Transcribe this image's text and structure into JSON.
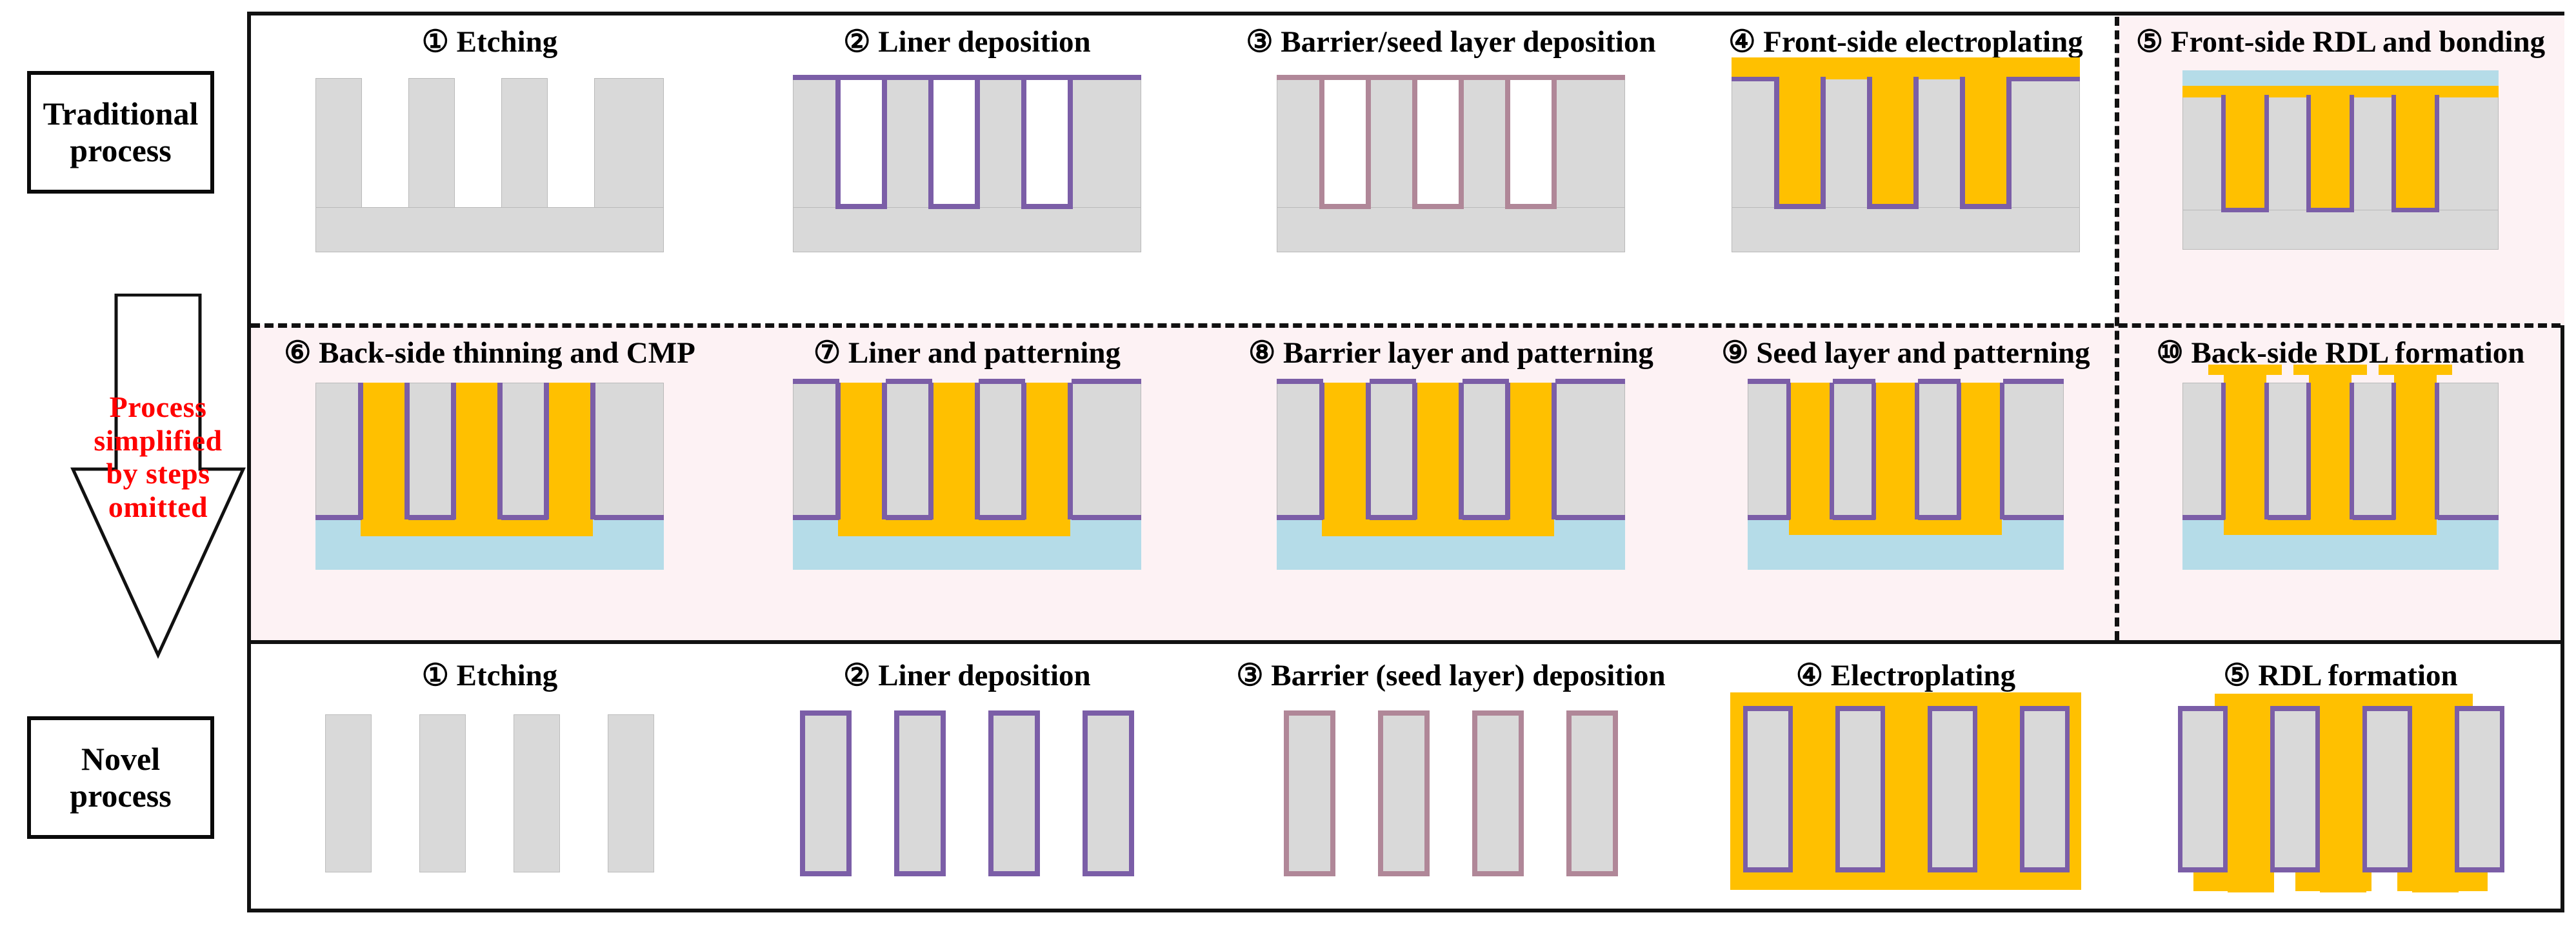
{
  "legend": {
    "traditional": "Traditional\nprocess",
    "novel": "Novel\nprocess",
    "arrow_text": "Process\nsimplified\nby steps\nomitted",
    "arrow_text_color": "#ff0000"
  },
  "colors": {
    "substrate": "#d9d9d9",
    "substrate_edge": "#b9b9b9",
    "metal_gold": "#ffc000",
    "liner_purple": "#7b5ea7",
    "barrier_mauve": "#b08798",
    "carrier_blue": "#b5dce8",
    "band_tint": "#fdf2f4",
    "frame": "#111111",
    "accent_red": "#ff0000"
  },
  "rows": [
    {
      "id": "traditional-row-1",
      "band_background": "#ffffff",
      "panels": [
        {
          "num": "①",
          "label": "Etching",
          "art": "etched"
        },
        {
          "num": "②",
          "label": "Liner deposition",
          "art": "liner"
        },
        {
          "num": "③",
          "label": "Barrier/seed layer deposition",
          "art": "barrier"
        },
        {
          "num": "④",
          "label": "Front-side electroplating",
          "art": "plated"
        },
        {
          "num": "⑤",
          "label": "Front-side RDL and bonding",
          "art": "bonded"
        }
      ]
    },
    {
      "id": "traditional-row-2",
      "band_background": "#fdf2f4",
      "panels": [
        {
          "num": "⑥",
          "label": "Back-side thinning and CMP",
          "art": "thinned"
        },
        {
          "num": "⑦",
          "label": "Liner and patterning",
          "art": "bs-liner"
        },
        {
          "num": "⑧",
          "label": "Barrier layer and patterning",
          "art": "bs-barrier"
        },
        {
          "num": "⑨",
          "label": "Seed layer and patterning",
          "art": "bs-seed"
        },
        {
          "num": "⑩",
          "label": "Back-side RDL formation",
          "art": "bs-rdl"
        }
      ]
    },
    {
      "id": "novel-row",
      "band_background": "#ffffff",
      "panels": [
        {
          "num": "①",
          "label": "Etching",
          "art": "n-etched"
        },
        {
          "num": "②",
          "label": "Liner deposition",
          "art": "n-liner"
        },
        {
          "num": "③",
          "label": "Barrier (seed layer) deposition",
          "art": "n-barrier"
        },
        {
          "num": "④",
          "label": "Electroplating",
          "art": "n-plated"
        },
        {
          "num": "⑤",
          "label": "RDL formation",
          "art": "n-rdl"
        }
      ]
    }
  ],
  "structure": {
    "pillar_count": 4,
    "trench_count": 3,
    "dashed_divider": true,
    "dashed_vertical_after_column": 4
  }
}
